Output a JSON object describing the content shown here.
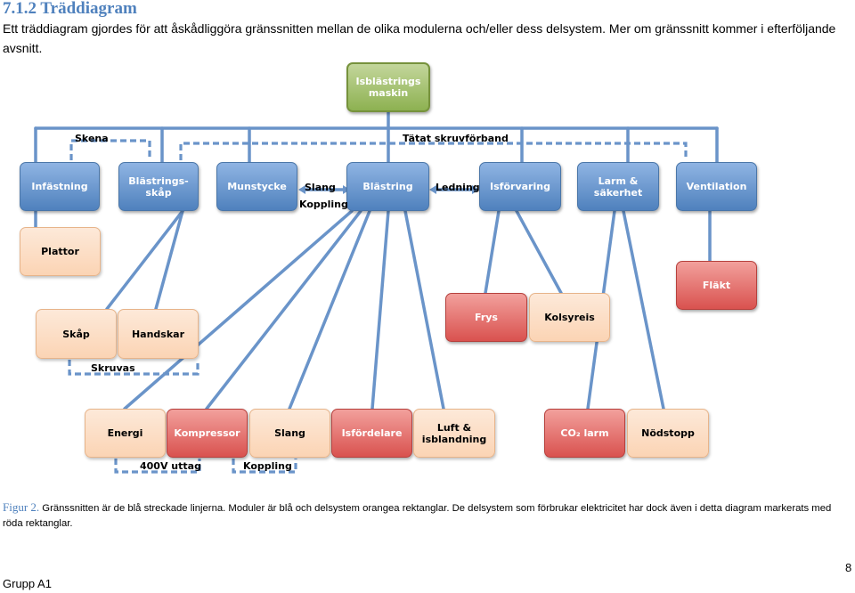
{
  "heading": "7.1.2 Träddiagram",
  "intro": "Ett träddiagram gjordes för att åskådliggöra gränssnitten mellan de olika modulerna och/eller dess delsystem.  Mer om gränssnitt kommer i efterföljande avsnitt.",
  "diagram": {
    "root": "Isblästrings\nmaskin",
    "modules": {
      "infastning": "Infästning",
      "blastringsskap": "Blästrings-\nskåp",
      "munstycke": "Munstycke",
      "blastring": "Blästring",
      "isforvaring": "Isförvaring",
      "larm": "Larm &\nsäkerhet",
      "ventilation": "Ventilation"
    },
    "subsystems": {
      "plattor": "Plattor",
      "skap": "Skåp",
      "handskar": "Handskar",
      "frys": "Frys",
      "kolsyreis": "Kolsyreis",
      "flakt": "Fläkt",
      "energi": "Energi",
      "kompressor": "Kompressor",
      "slang": "Slang",
      "isfordelare": "Isfördelare",
      "luft": "Luft &\nisblandning",
      "co2": "CO₂ larm",
      "nodstopp": "Nödstopp"
    },
    "interfaces": {
      "skena": "Skena",
      "tatat": "Tätat skruvförband",
      "slang": "Slang",
      "koppling": "Koppling",
      "ledning": "Ledning",
      "skruvas": "Skruvas",
      "uttag": "400V uttag",
      "koppling2": "Koppling"
    }
  },
  "caption": {
    "figure_label": "Figur 2.",
    "text": " Gränssnitten är de blå streckade linjerna. Moduler är blå och delsystem orangea rektanglar. De delsystem som förbrukar elektricitet har dock även i detta diagram markerats med röda rektanglar."
  },
  "footer": {
    "left": "Grupp A1",
    "page_number": "8"
  },
  "colors": {
    "heading": "#4f81bd",
    "module_blue": "#4f81bd",
    "root_green": "#8db151",
    "subsystem_orange": "#fbd4b4",
    "electric_red": "#d9524f",
    "interface_line": "#4f81bd"
  }
}
